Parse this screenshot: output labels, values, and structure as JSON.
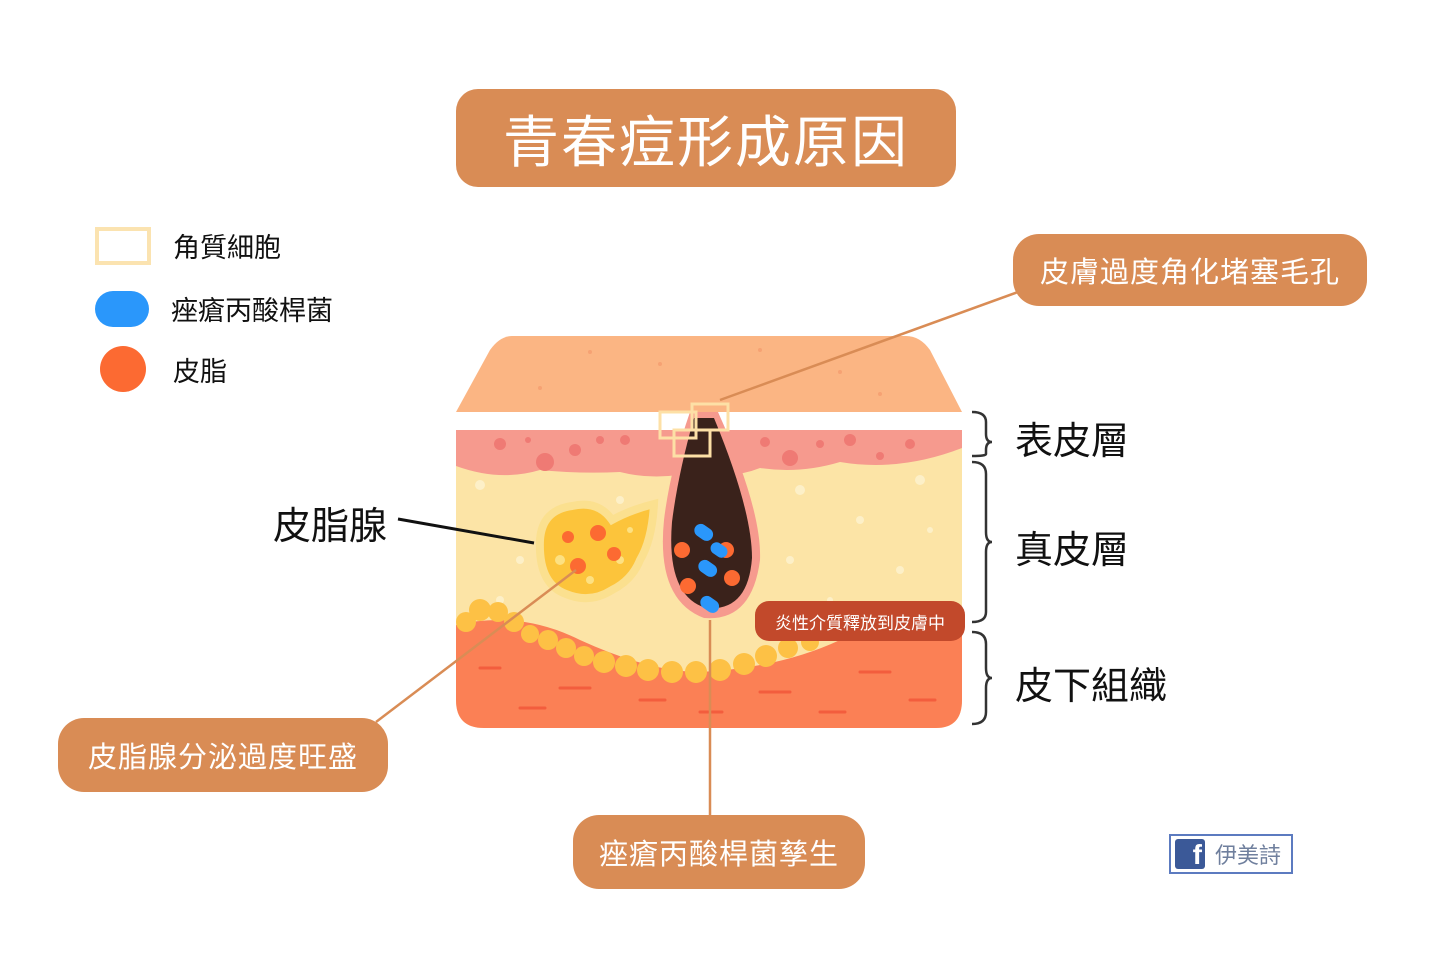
{
  "title": "青春痘形成原因",
  "legend": {
    "keratinocyte": "角質細胞",
    "bacteria": "痤瘡丙酸桿菌",
    "sebum": "皮脂"
  },
  "callouts": {
    "keratinization": "皮膚過度角化堵塞毛孔",
    "sebaceous_overactive": "皮脂腺分泌過度旺盛",
    "bacteria_growth": "痤瘡丙酸桿菌孳生",
    "inflammation": "炎性介質釋放到皮膚中"
  },
  "labels": {
    "sebaceous_gland": "皮脂腺",
    "epidermis": "表皮層",
    "dermis": "真皮層",
    "subcutaneous": "皮下組織"
  },
  "badge": {
    "text": "伊美詩",
    "icon": "facebook-icon"
  },
  "colors": {
    "accent": "#d98c55",
    "bacteria": "#2a97fb",
    "sebum": "#fc6a32",
    "keratinocyte": "#fbe3b0",
    "inflammation": "#c2492b"
  }
}
